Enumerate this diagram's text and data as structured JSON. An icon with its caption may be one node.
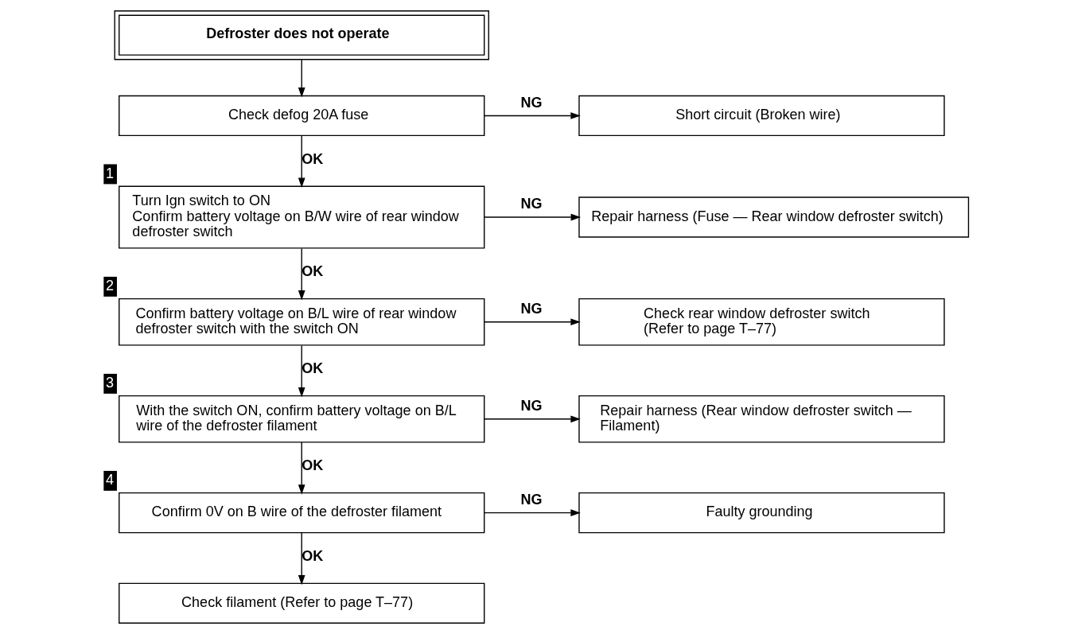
{
  "diagram": {
    "nodes": [
      {
        "text": [
          "Defroster does not operate"
        ]
      },
      {
        "text": [
          "Check defog 20A fuse"
        ]
      },
      {
        "text": [
          "Short circuit (Broken wire)"
        ]
      },
      {
        "text": [
          "Turn Ign switch to ON",
          "Confirm battery voltage on B/W wire of rear window defroster switch"
        ],
        "beside": [
          "1"
        ]
      },
      {
        "text": [
          "Repair harness (Fuse — Rear window defroster switch)"
        ]
      },
      {
        "text": [
          "Confirm battery voltage on B/L wire of rear window defroster switch with the switch ON"
        ],
        "beside": [
          "2"
        ]
      },
      {
        "text": [
          "Check rear window defroster switch",
          "(Refer to page T–77)"
        ]
      },
      {
        "text": [
          "With the switch ON, confirm battery voltage on B/L wire of the defroster filament"
        ],
        "beside": [
          "3"
        ]
      },
      {
        "text": [
          "Repair harness (Rear window defroster switch — Filament)"
        ]
      },
      {
        "text": [
          "Confirm 0V on B wire of the defroster filament"
        ],
        "beside": [
          "4"
        ]
      },
      {
        "text": [
          "Faulty grounding"
        ]
      },
      {
        "text": [
          "Check filament (Refer to page T–77)"
        ]
      }
    ],
    "edges": [
      {
        "from": 0,
        "to": 1,
        "arrow": "to"
      },
      {
        "from": 1,
        "to": 2,
        "arrow": "to",
        "label": "NG"
      },
      {
        "from": 1,
        "to": 3,
        "arrow": "to",
        "label": "OK"
      },
      {
        "from": 3,
        "to": 4,
        "arrow": "to",
        "label": "NG"
      },
      {
        "from": 3,
        "to": 5,
        "arrow": "to",
        "label": "OK"
      },
      {
        "from": 5,
        "to": 6,
        "arrow": "to",
        "label": "NG"
      },
      {
        "from": 5,
        "to": 7,
        "arrow": "to",
        "label": "OK"
      },
      {
        "from": 7,
        "to": 8,
        "arrow": "to",
        "label": "NG"
      },
      {
        "from": 7,
        "to": 9,
        "arrow": "to",
        "label": "OK"
      },
      {
        "from": 9,
        "to": 10,
        "arrow": "to",
        "label": "NG"
      },
      {
        "from": 9,
        "to": 11,
        "arrow": "to",
        "label": "OK"
      }
    ]
  }
}
